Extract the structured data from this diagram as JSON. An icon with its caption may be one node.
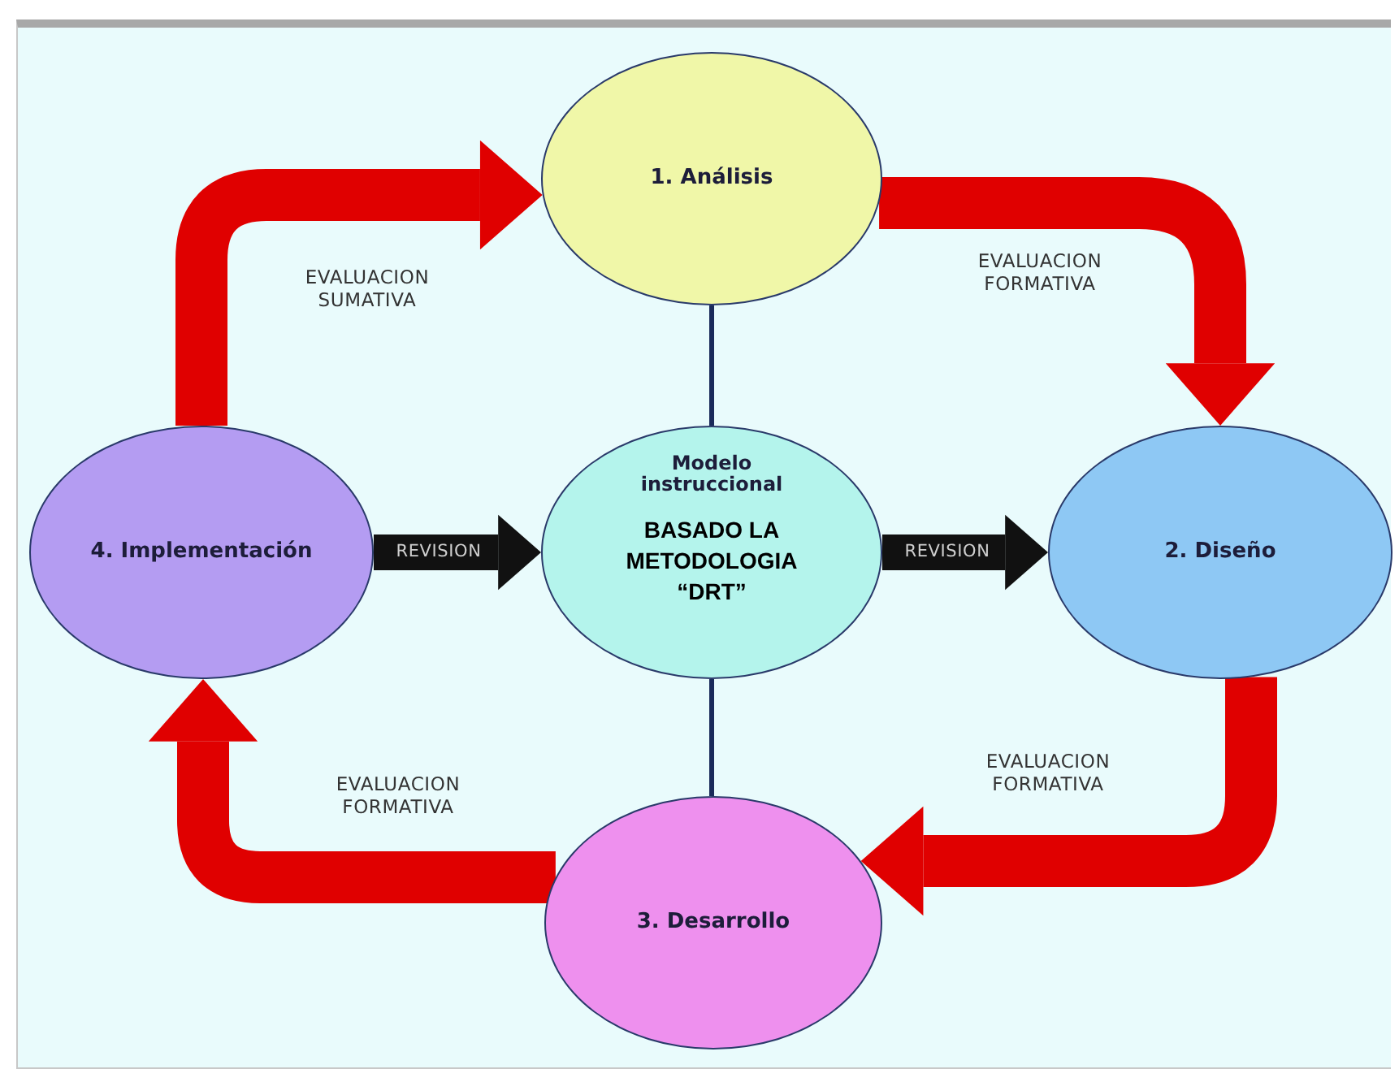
{
  "diagram": {
    "nodes": [
      {
        "text": [
          "1. Análisis"
        ]
      },
      {
        "text": [
          "Modelo instruccional",
          "BASADO LA METODOLOGIA “DRT”"
        ]
      },
      {
        "text": [
          "2. Diseño"
        ]
      },
      {
        "text": [
          "3. Desarrollo"
        ]
      },
      {
        "text": [
          "4. Implementación"
        ]
      }
    ],
    "edges": [
      {
        "from": 0,
        "to": 1,
        "arrow": "none",
        "color": "#1a2a5a"
      },
      {
        "from": 1,
        "to": 3,
        "arrow": "none",
        "color": "#1a2a5a"
      },
      {
        "from": 4,
        "to": 1,
        "arrow": "to",
        "label": "REVISION",
        "color": "#111111"
      },
      {
        "from": 1,
        "to": 2,
        "arrow": "to",
        "label": "REVISION",
        "color": "#111111"
      },
      {
        "from": 4,
        "to": 0,
        "arrow": "to",
        "label": "EVALUACION SUMATIVA",
        "color": "#e00000"
      },
      {
        "from": 0,
        "to": 2,
        "arrow": "to",
        "label": "EVALUACION FORMATIVA",
        "color": "#e00000"
      },
      {
        "from": 2,
        "to": 3,
        "arrow": "to",
        "label": "EVALUACION FORMATIVA",
        "color": "#e00000"
      },
      {
        "from": 3,
        "to": 4,
        "arrow": "to",
        "label": "EVALUACION FORMATIVA",
        "color": "#e00000"
      }
    ]
  }
}
